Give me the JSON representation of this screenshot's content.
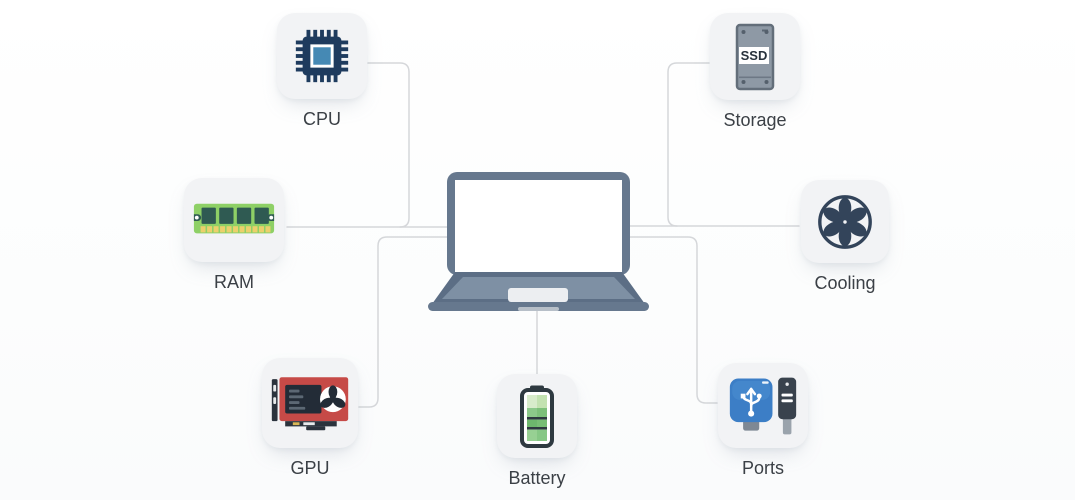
{
  "diagram": {
    "subject": "laptop-components",
    "center_device": "laptop",
    "nodes": [
      {
        "id": "cpu",
        "label": "CPU",
        "icon": "cpu-chip-icon",
        "position": "top-left"
      },
      {
        "id": "storage",
        "label": "Storage",
        "icon": "ssd-drive-icon",
        "position": "top-right",
        "icon_text": "SSD"
      },
      {
        "id": "ram",
        "label": "RAM",
        "icon": "ram-module-icon",
        "position": "middle-left"
      },
      {
        "id": "cooling",
        "label": "Cooling",
        "icon": "fan-icon",
        "position": "middle-right"
      },
      {
        "id": "gpu",
        "label": "GPU",
        "icon": "graphics-card-icon",
        "position": "bottom-left"
      },
      {
        "id": "battery",
        "label": "Battery",
        "icon": "battery-icon",
        "position": "bottom-center"
      },
      {
        "id": "ports",
        "label": "Ports",
        "icon": "usb-ports-icon",
        "position": "bottom-right"
      }
    ],
    "connections": [
      "cpu-laptop",
      "storage-laptop",
      "ram-laptop",
      "cooling-laptop",
      "gpu-laptop",
      "battery-laptop",
      "ports-laptop"
    ],
    "palette": {
      "card_bg": "#f2f3f5",
      "connector_line": "#d5d7da",
      "label_text": "#3b4046",
      "laptop_slate": "#66788e",
      "cpu_navy": "#1e3b5e",
      "cpu_core_blue": "#4589b4",
      "ssd_gray": "#8e99a5",
      "ram_board_green": "#8ed066",
      "ram_chip_teal": "#2f5a52",
      "ram_pin_gold": "#ecd06c",
      "fan_dark": "#33445a",
      "gpu_board_red": "#c64a47",
      "battery_green": "#6db76d",
      "usb_blue": "#3c7ec6"
    }
  }
}
